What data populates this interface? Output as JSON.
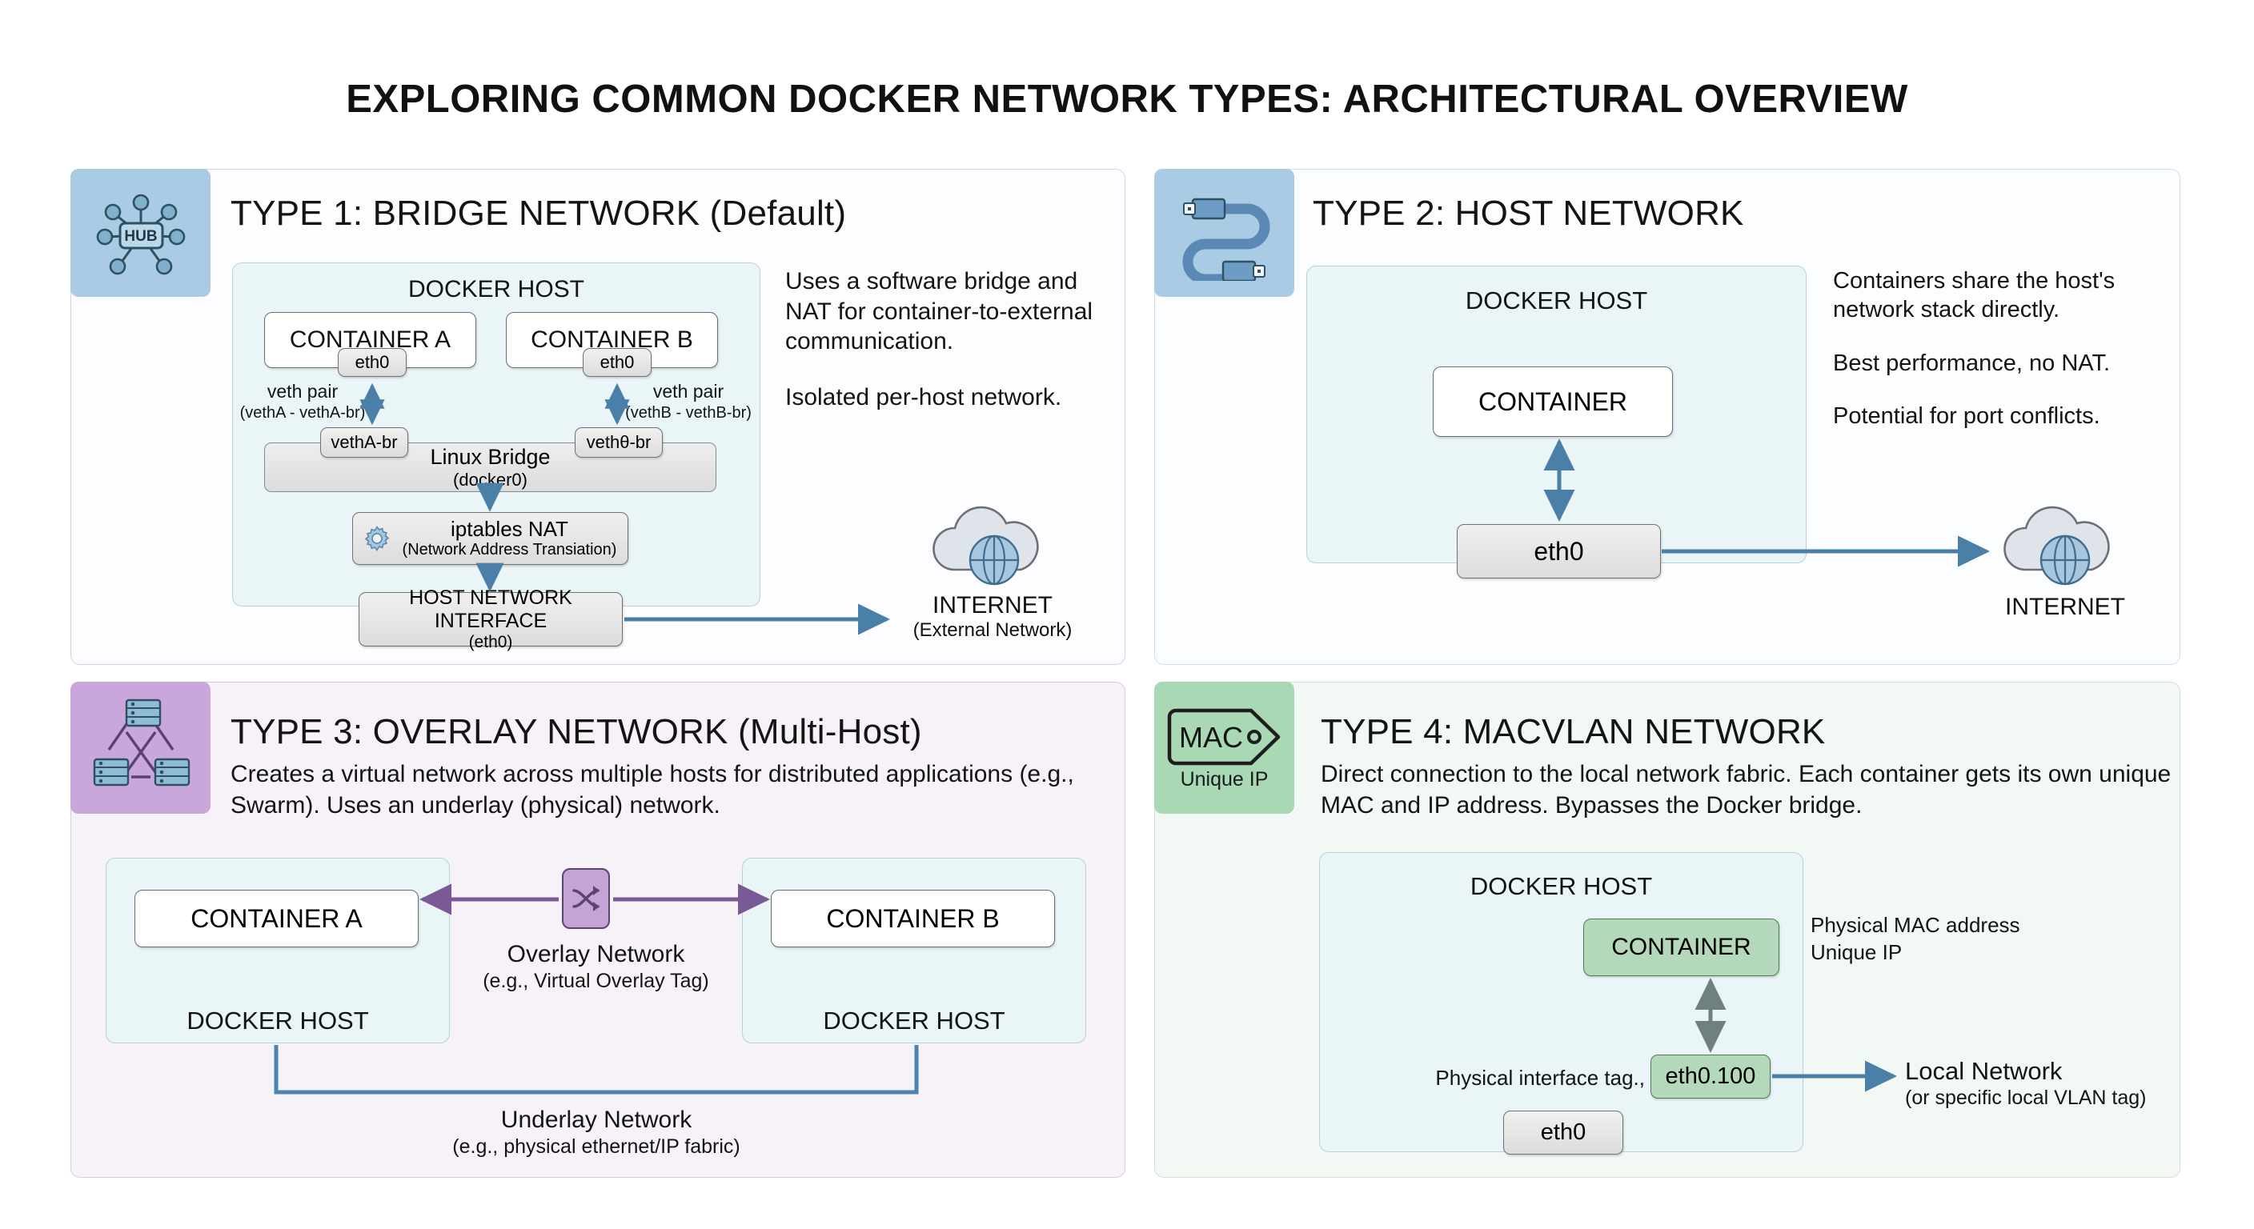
{
  "title": "EXPLORING COMMON DOCKER NETWORK TYPES: ARCHITECTURAL OVERVIEW",
  "colors": {
    "badge_blue": "#a9cbe3",
    "badge_purple": "#c9a6db",
    "badge_green": "#a9d8b4",
    "arrow_blue": "#4a7fa8",
    "arrow_purple": "#7a5a96",
    "arrow_gray": "#6f8080",
    "host_fill": "#e9f5f7",
    "panel3_fill": "#f6f2f8",
    "panel4_fill": "#f2f8f3"
  },
  "panels": [
    {
      "id": "type1",
      "badge": {
        "icon": "network-hub-icon",
        "caption": "HUB"
      },
      "title": "TYPE 1: BRIDGE NETWORK (Default)",
      "side_text": [
        "Uses a software bridge and NAT for container-to-external communication.",
        "Isolated per-host network."
      ],
      "diagram": {
        "host_label": "DOCKER HOST",
        "container_a": "CONTAINER A",
        "container_b": "CONTAINER B",
        "eth_a": "eth0",
        "eth_b": "eth0",
        "veth_pair_a_line1": "veth pair",
        "veth_pair_a_line2": "(vethA - vethA-br)",
        "veth_pair_b_line1": "veth pair",
        "veth_pair_b_line2": "(vethB - vethB-br)",
        "veth_a_br": "vethA-br",
        "veth_b_br": "vethθ-br",
        "bridge_line1": "Linux Bridge",
        "bridge_line2": "(docker0)",
        "nat_line1": "iptables NAT",
        "nat_line2": "(Network Address Transiation)",
        "nat_icon": "gear-icon",
        "host_iface_line1": "HOST NETWORK INTERFACE",
        "host_iface_line2": "(eth0)",
        "internet_line1": "INTERNET",
        "internet_line2": "(External Network)",
        "internet_icon": "cloud-globe-icon"
      }
    },
    {
      "id": "type2",
      "badge": {
        "icon": "ethernet-cable-icon",
        "caption": ""
      },
      "title": "TYPE 2: HOST NETWORK",
      "side_text": [
        "Containers share the host's network stack directly.",
        "Best performance, no NAT.",
        "Potential for port conflicts."
      ],
      "diagram": {
        "host_label": "DOCKER HOST",
        "container": "CONTAINER",
        "eth": "eth0",
        "internet_line1": "INTERNET",
        "internet_icon": "cloud-globe-icon"
      }
    },
    {
      "id": "type3",
      "badge": {
        "icon": "distributed-servers-icon",
        "caption": ""
      },
      "title": "TYPE 3: OVERLAY NETWORK (Multi-Host)",
      "blurb": "Creates a virtual network across multiple hosts for distributed applications (e.g., Swarm). Uses an underlay (physical) network.",
      "diagram": {
        "container_a": "CONTAINER A",
        "container_b": "CONTAINER B",
        "host_left": "DOCKER HOST",
        "host_right": "DOCKER HOST",
        "overlay_icon": "shuffle-icon",
        "overlay_line1": "Overlay Network",
        "overlay_line2": "(e.g., Virtual Overlay Tag)",
        "underlay_line1": "Underlay Network",
        "underlay_line2": "(e.g., physical ethernet/IP fabric)"
      }
    },
    {
      "id": "type4",
      "badge": {
        "icon": "mac-tag-icon",
        "caption": "Unique IP",
        "tag_text": "MAC"
      },
      "title": "TYPE 4: MACVLAN NETWORK",
      "blurb": "Direct connection to the local network fabric. Each container gets its own unique MAC and IP address. Bypasses the Docker bridge.",
      "diagram": {
        "host_label": "DOCKER HOST",
        "container": "CONTAINER",
        "note_line1": "Physical MAC address",
        "note_line2": "Unique IP",
        "phys_iface_label": "Physical interface tag.,",
        "vlan_iface": "eth0.100",
        "eth": "eth0",
        "local_line1": "Local Network",
        "local_line2": "(or specific local VLAN tag)"
      }
    }
  ]
}
